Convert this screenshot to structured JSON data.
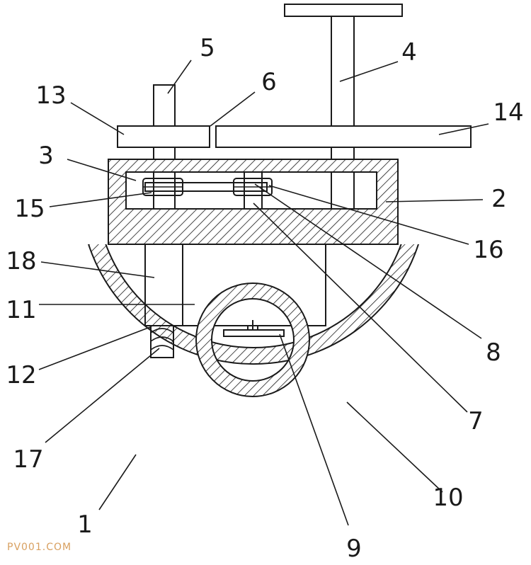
{
  "diagram": {
    "callouts": [
      {
        "id": "c1",
        "text": "1"
      },
      {
        "id": "c2",
        "text": "2"
      },
      {
        "id": "c3",
        "text": "3"
      },
      {
        "id": "c4",
        "text": "4"
      },
      {
        "id": "c5",
        "text": "5"
      },
      {
        "id": "c6",
        "text": "6"
      },
      {
        "id": "c7",
        "text": "7"
      },
      {
        "id": "c8",
        "text": "8"
      },
      {
        "id": "c9",
        "text": "9"
      },
      {
        "id": "c10",
        "text": "10"
      },
      {
        "id": "c11",
        "text": "11"
      },
      {
        "id": "c12",
        "text": "12"
      },
      {
        "id": "c13",
        "text": "13"
      },
      {
        "id": "c14",
        "text": "14"
      },
      {
        "id": "c15",
        "text": "15"
      },
      {
        "id": "c16",
        "text": "16"
      },
      {
        "id": "c17",
        "text": "17"
      },
      {
        "id": "c18",
        "text": "18"
      }
    ]
  },
  "watermark": "PV001.COM"
}
